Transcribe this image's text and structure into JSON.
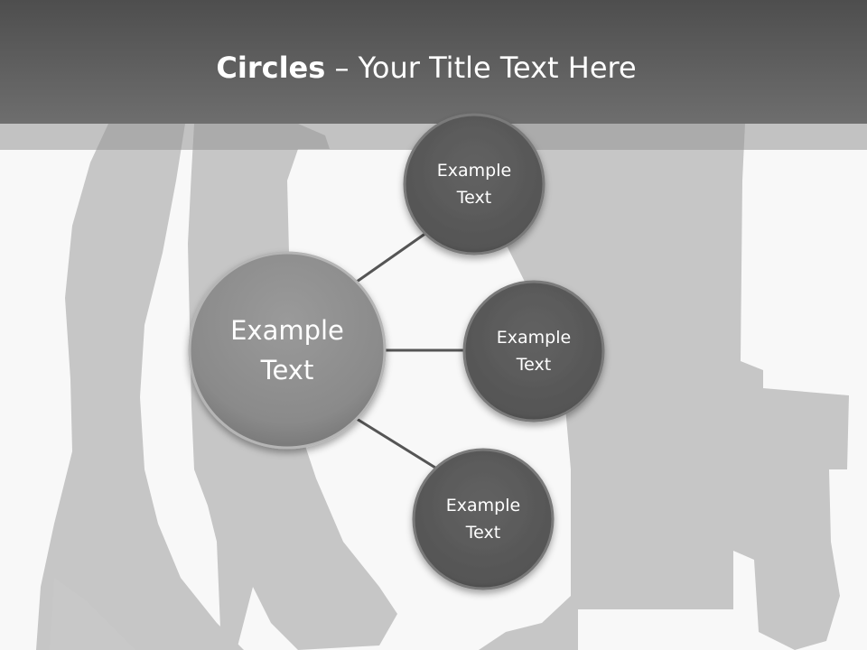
{
  "title": {
    "bold": "Circles",
    "rest": " – Your Title Text Here"
  },
  "diagram": {
    "center": {
      "line1": "Example",
      "line2": "Text"
    },
    "nodes": [
      {
        "line1": "Example",
        "line2": "Text"
      },
      {
        "line1": "Example",
        "line2": "Text"
      },
      {
        "line1": "Example",
        "line2": "Text"
      }
    ]
  },
  "colors": {
    "header": "#5e5e5e",
    "center_circle": "#8e8e8e",
    "node_circle": "#585858",
    "silhouette": "#c4c4c4",
    "connector": "#555555"
  }
}
